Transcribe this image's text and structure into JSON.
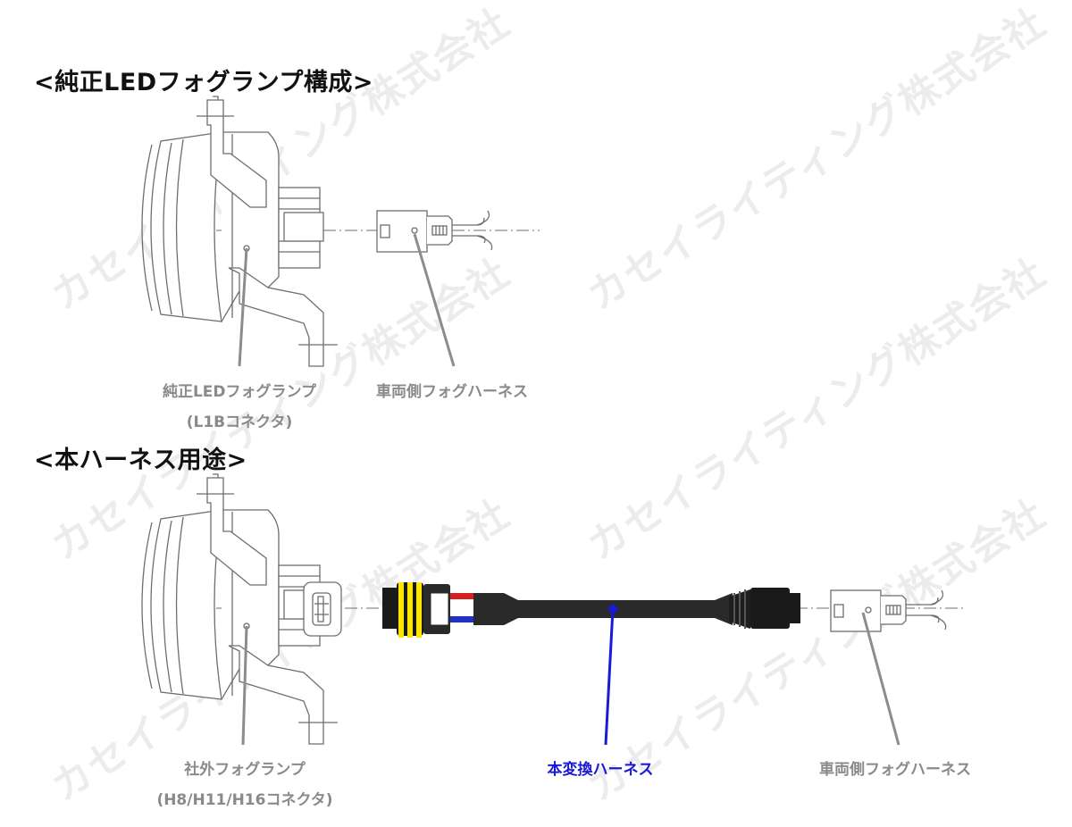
{
  "section_oem": {
    "title": "<純正LEDフォグランプ構成>",
    "lamp_label": "純正LEDフォグランプ",
    "lamp_sub_label": "(L1Bコネクタ)",
    "harness_label": "車両側フォグハーネス"
  },
  "section_usage": {
    "title": "<本ハーネス用途>",
    "lamp_label": "社外フォグランプ",
    "lamp_sub_label": "(H8/H11/H16コネクタ)",
    "adapter_label": "本変換ハーネス",
    "harness_label": "車両側フォグハーネス"
  },
  "watermark": "カセイライティング株式会社",
  "colors": {
    "line": "#6e6e6e",
    "leader": "#8c8c8c",
    "adapter_leader": "#1a1ad6",
    "cable": "#2a2a2a",
    "seal": "#ffe600",
    "wire_red": "#d42020",
    "wire_blue": "#2030c8"
  }
}
